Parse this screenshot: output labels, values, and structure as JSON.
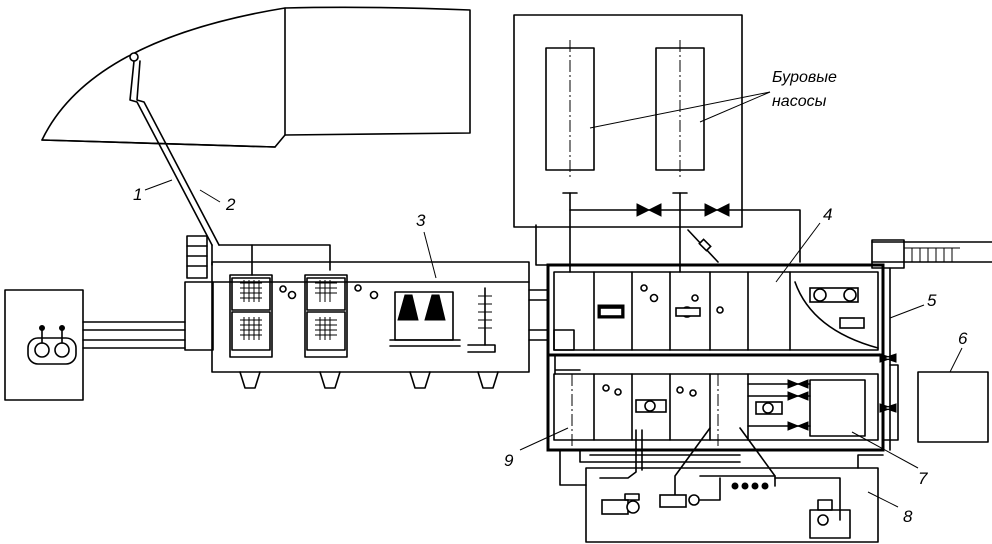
{
  "labels": {
    "n1": "1",
    "n2": "2",
    "n3": "3",
    "n4": "4",
    "n5": "5",
    "n6": "6",
    "n7": "7",
    "n8": "8",
    "n9": "9"
  },
  "caption": {
    "line1": "Буровые",
    "line2": "насосы"
  }
}
